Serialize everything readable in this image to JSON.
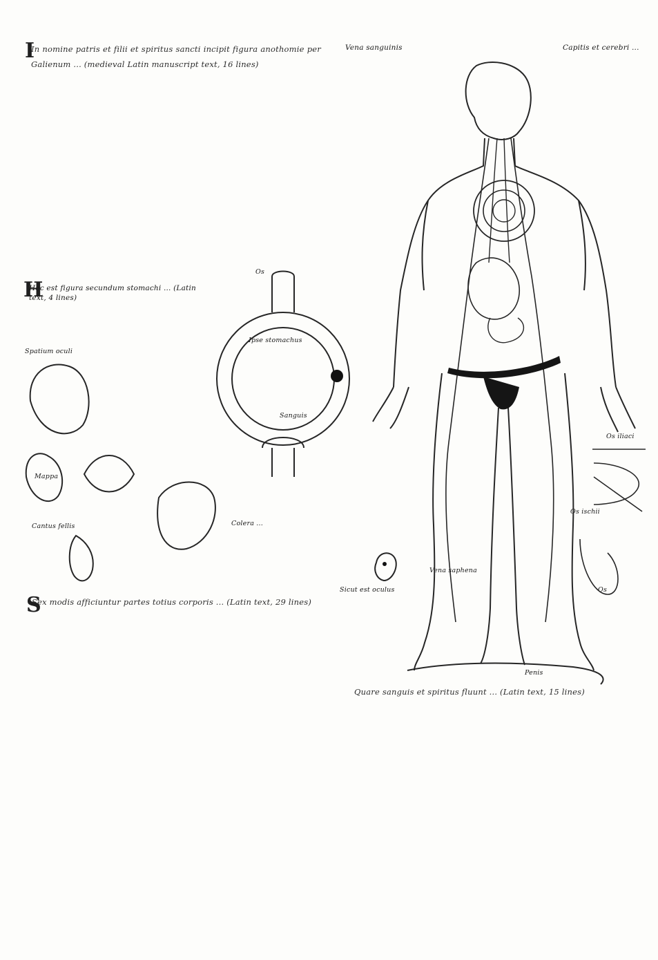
{
  "text_blocks": {
    "top_left_paragraph": "In nomine patris et filii et spiritus sancti incipit figura anothomie per Galienum ... (medieval Latin manuscript text, 16 lines)",
    "middle_left_paragraph": "Hec est figura secundum stomachi ... (Latin text, 4 lines)",
    "bottom_left_paragraph": "Sex modis afficiuntur partes totius corporis ... (Latin text, 29 lines)",
    "bottom_right_paragraph": "Quare sanguis et spiritus fluunt ... (Latin text, 15 lines)"
  },
  "labels": {
    "vena_top": "Vena sanguinis",
    "top_right_note": "Capitis et cerebri ...",
    "eye_label": "Spatium oculi",
    "lens_label": "Mappa",
    "gall_label": "Cantus fellis",
    "heart_label_top": "Os",
    "stomach_caption": "Colera ... ",
    "circle_center": "Ipse stomachus",
    "circle_bottom": "Sanguis",
    "oculus_caption": "Sicut est oculus",
    "vessel_label": "Vena saphena",
    "penis_label": "Penis",
    "bone_label_1": "Os iliaci",
    "bone_label_2": "Os ischii",
    "bone_label_3": "Os"
  }
}
